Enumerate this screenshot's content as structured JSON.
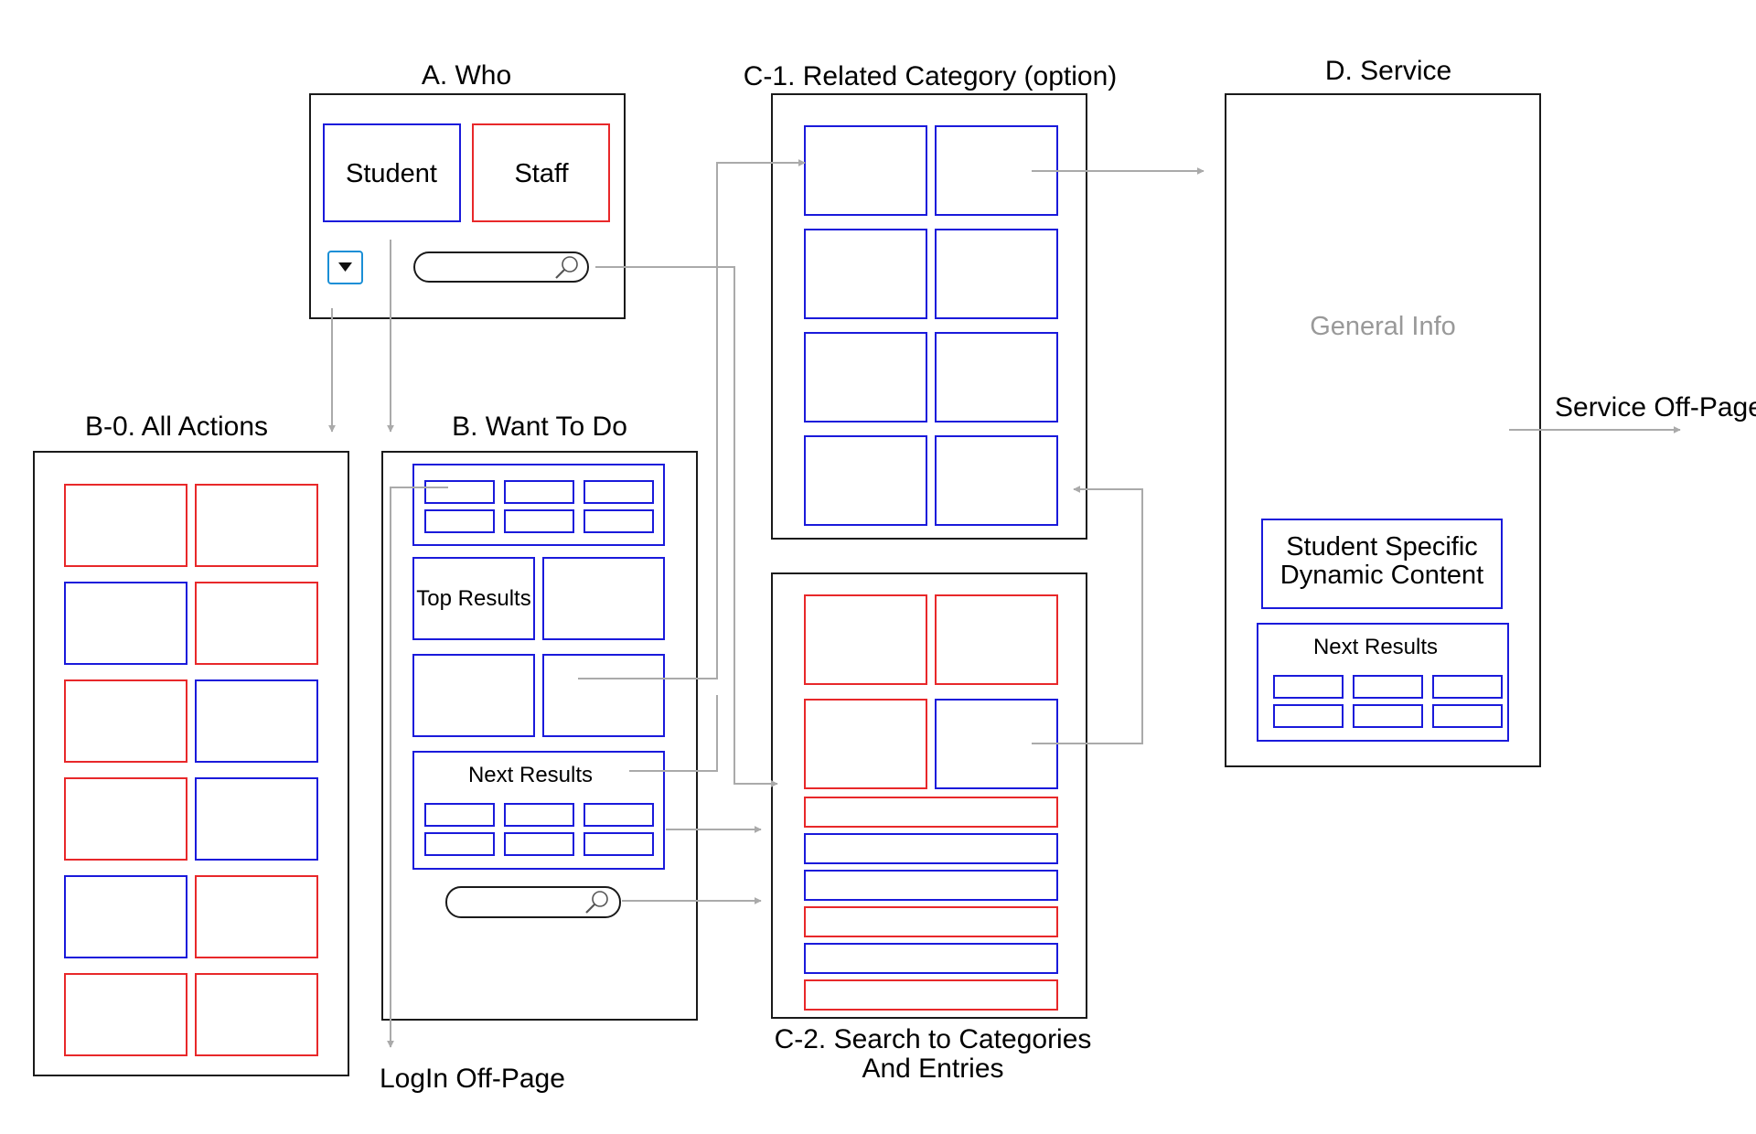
{
  "colors": {
    "blue": "#1a1adb",
    "red": "#e8282a",
    "frame": "#1a1a1a",
    "connector": "#aaaaaa",
    "muted_text": "#999999"
  },
  "who": {
    "title": "A. Who",
    "student_label": "Student",
    "staff_label": "Staff",
    "dropdown_icon": "chevron-down-icon",
    "search_icon": "search-icon"
  },
  "all_actions": {
    "title": "B-0.  All Actions",
    "tile_colors": [
      "red",
      "red",
      "blue",
      "red",
      "red",
      "blue",
      "red",
      "blue",
      "blue",
      "red",
      "red",
      "red"
    ]
  },
  "want_to_do": {
    "title": "B. Want To Do",
    "top_results_label": "Top Results",
    "next_results_label": "Next Results",
    "search_icon": "search-icon"
  },
  "related_category": {
    "title": "C-1. Related Category (option)"
  },
  "search_results": {
    "title_line1": "C-2. Search to Categories",
    "title_line2": "And Entries",
    "tile_colors": [
      "red",
      "red",
      "red",
      "blue"
    ],
    "row_colors": [
      "red",
      "blue",
      "blue",
      "red",
      "blue",
      "red"
    ]
  },
  "service": {
    "title": "D. Service",
    "general_info": "General Info",
    "dynamic_line1": "Student Specific",
    "dynamic_line2": "Dynamic Content",
    "next_results_label": "Next Results"
  },
  "offpage": {
    "login": "LogIn Off-Page",
    "service": "Service Off-Page"
  }
}
